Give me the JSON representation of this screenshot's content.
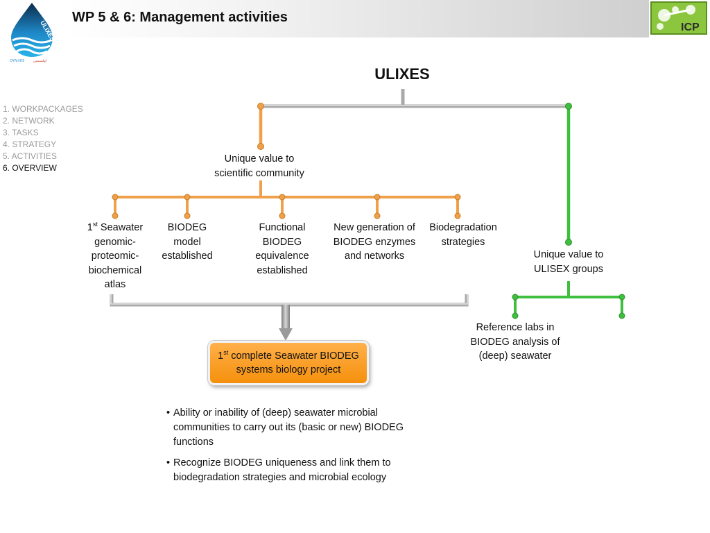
{
  "header": {
    "title": "WP 5 & 6: Management activities",
    "logo_left_text": "ULIXES",
    "logo_right_text": "ICP"
  },
  "nav": {
    "items": [
      "1. WORKPACKAGES",
      "2. NETWORK",
      "3. TASKS",
      "4. STRATEGY",
      "5. ACTIVITIES",
      "6. OVERVIEW"
    ],
    "active_index": 5
  },
  "diagram": {
    "root": "ULIXES",
    "scientific_branch": {
      "label_line1": "Unique value to",
      "label_line2": "scientific community",
      "children": [
        {
          "lines": [
            "Seawater",
            "genomic-",
            "proteomic-",
            "biochemical",
            "atlas"
          ],
          "ordinal": "1",
          "ordinal_sup": "st"
        },
        {
          "lines": [
            "BIODEG",
            "model",
            "established"
          ]
        },
        {
          "lines": [
            "Functional",
            "BIODEG",
            "equivalence",
            "established"
          ]
        },
        {
          "lines": [
            "New generation of",
            "BIODEG enzymes",
            "and networks"
          ]
        },
        {
          "lines": [
            "Biodegradation",
            "strategies"
          ]
        }
      ]
    },
    "groups_branch": {
      "label_line1": "Unique value to",
      "label_line2": "ULISEX groups",
      "child_lines": [
        "Reference labs in",
        "BIODEG analysis of",
        "(deep) seawater"
      ]
    },
    "outcome": {
      "ordinal": "1",
      "ordinal_sup": "st",
      "line1_rest": " complete Seawater BIODEG",
      "line2": "systems biology project"
    },
    "bullets": [
      "Ability or inability of (deep) seawater microbial communities to carry out its (basic or new) BIODEG functions",
      "Recognize BIODEG uniqueness and link them to biodegradation strategies and microbial ecology"
    ],
    "colors": {
      "orange": "#f0a04b",
      "green": "#3fbf3f",
      "gray": "#a9a9a9"
    }
  }
}
